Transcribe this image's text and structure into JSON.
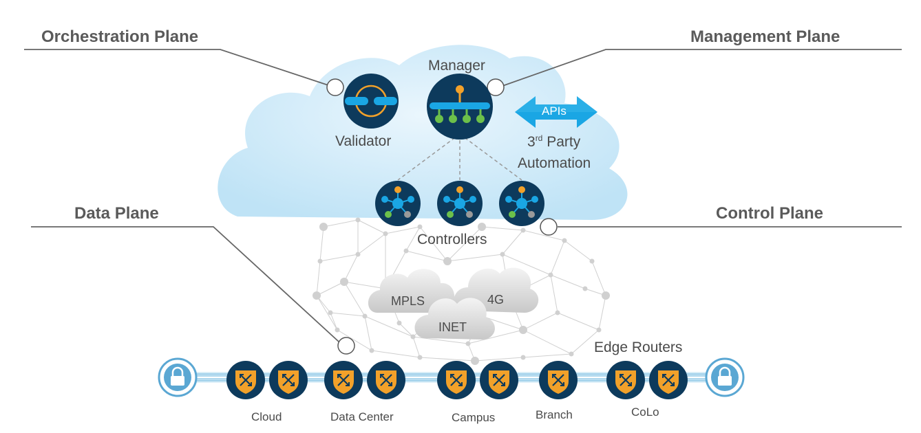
{
  "planes": {
    "orchestration": "Orchestration Plane",
    "management": "Management Plane",
    "data": "Data Plane",
    "control": "Control Plane"
  },
  "components": {
    "validator": "Validator",
    "manager": "Manager",
    "apis": "APIs",
    "third_party_prefix": "3",
    "third_party_sup": "rd",
    "third_party_rest": " Party",
    "automation": "Automation",
    "controllers": "Controllers",
    "edge_routers": "Edge Routers"
  },
  "transports": [
    "MPLS",
    "4G",
    "INET"
  ],
  "sites": [
    "Cloud",
    "Data Center",
    "Campus",
    "Branch",
    "CoLo"
  ],
  "colors": {
    "navy": "#0d3a5c",
    "orange": "#f2a12a",
    "blue": "#1aa6e4",
    "green": "#6cc04a",
    "cloud": "#cfeaf8",
    "text": "#4a4a4a"
  }
}
